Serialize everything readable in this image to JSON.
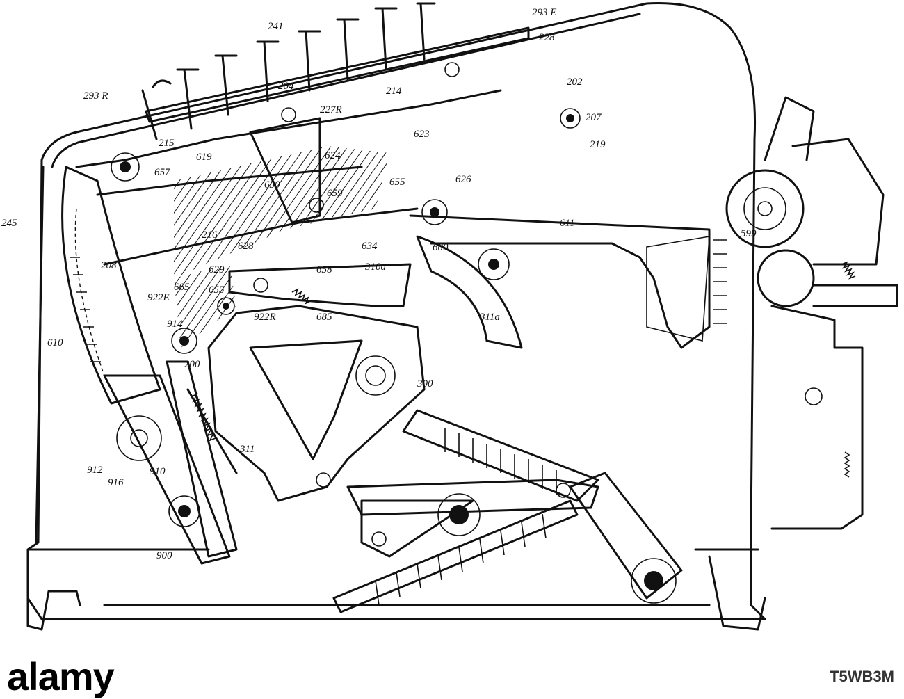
{
  "figure": {
    "callouts": [
      {
        "id": "c241",
        "text": "241"
      },
      {
        "id": "c293e",
        "text": "293 E"
      },
      {
        "id": "c228",
        "text": "228"
      },
      {
        "id": "c293r",
        "text": "293 R"
      },
      {
        "id": "c204",
        "text": "204"
      },
      {
        "id": "c227r",
        "text": "227R"
      },
      {
        "id": "c214",
        "text": "214"
      },
      {
        "id": "c202",
        "text": "202"
      },
      {
        "id": "c207",
        "text": "207"
      },
      {
        "id": "c219",
        "text": "219"
      },
      {
        "id": "c215",
        "text": "215"
      },
      {
        "id": "c619",
        "text": "619"
      },
      {
        "id": "c657",
        "text": "657"
      },
      {
        "id": "c623",
        "text": "623"
      },
      {
        "id": "c624",
        "text": "624"
      },
      {
        "id": "c626",
        "text": "626"
      },
      {
        "id": "c655a",
        "text": "655"
      },
      {
        "id": "c650",
        "text": "650"
      },
      {
        "id": "c659",
        "text": "659"
      },
      {
        "id": "c245",
        "text": "245"
      },
      {
        "id": "c611",
        "text": "611"
      },
      {
        "id": "c599",
        "text": "599"
      },
      {
        "id": "c216",
        "text": "216"
      },
      {
        "id": "c628",
        "text": "628"
      },
      {
        "id": "c634",
        "text": "634"
      },
      {
        "id": "c600",
        "text": "600"
      },
      {
        "id": "c208",
        "text": "208"
      },
      {
        "id": "c629",
        "text": "629"
      },
      {
        "id": "c658",
        "text": "658"
      },
      {
        "id": "c310a",
        "text": "310a"
      },
      {
        "id": "c665",
        "text": "665"
      },
      {
        "id": "c655b",
        "text": "655"
      },
      {
        "id": "c922e",
        "text": "922E"
      },
      {
        "id": "c922r",
        "text": "922R"
      },
      {
        "id": "c685",
        "text": "685"
      },
      {
        "id": "c311a",
        "text": "311a"
      },
      {
        "id": "c610",
        "text": "610"
      },
      {
        "id": "c914",
        "text": "914"
      },
      {
        "id": "c200",
        "text": "200"
      },
      {
        "id": "c300",
        "text": "300"
      },
      {
        "id": "c311",
        "text": "311"
      },
      {
        "id": "c912",
        "text": "912"
      },
      {
        "id": "c916",
        "text": "916"
      },
      {
        "id": "c910",
        "text": "910"
      },
      {
        "id": "c900",
        "text": "900"
      }
    ]
  },
  "footer": {
    "watermark": "alamy",
    "image_code": "T5WB3M"
  }
}
